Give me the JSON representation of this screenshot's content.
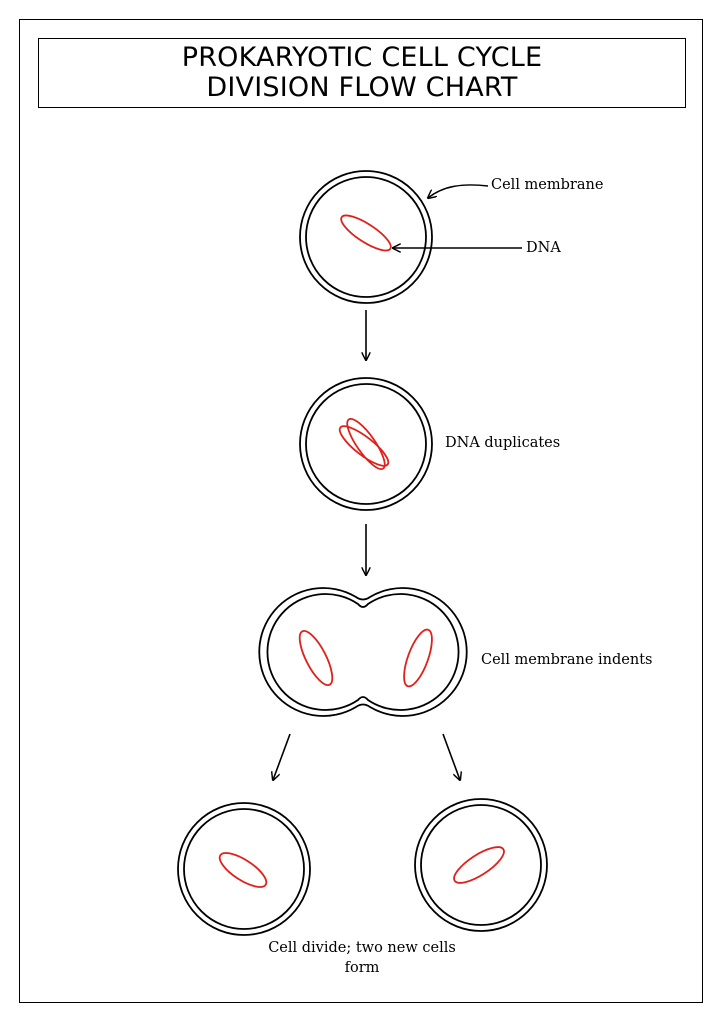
{
  "title": {
    "line1": "PROKARYOTIC CELL CYCLE",
    "line2": "DIVISION FLOW CHART"
  },
  "labels": {
    "cell_membrane": "Cell membrane",
    "dna": "DNA",
    "dna_duplicates": "DNA duplicates",
    "membrane_indents": "Cell membrane indents",
    "cell_divide_line1": "Cell divide; two new cells",
    "cell_divide_line2": "form"
  },
  "colors": {
    "outline": "#000000",
    "dna": "#e0201b",
    "background": "#ffffff"
  }
}
